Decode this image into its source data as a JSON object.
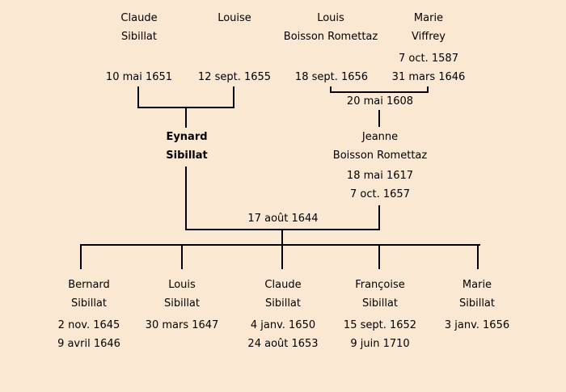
{
  "canvas": {
    "background_color": "#fae8d2",
    "line_color": "#000000",
    "text_color": "#000000"
  },
  "tree": {
    "grandparents": [
      {
        "name_lines": [
          "Claude",
          "Sibillat"
        ],
        "dates": [
          "10 mai 1651"
        ]
      },
      {
        "name_lines": [
          "Louise"
        ],
        "dates": [
          "12 sept. 1655"
        ]
      },
      {
        "name_lines": [
          "Louis",
          "Boisson Romettaz"
        ],
        "dates": [
          "18 sept. 1656"
        ]
      },
      {
        "name_lines": [
          "Marie",
          "Viffrey"
        ],
        "dates": [
          "7 oct. 1587",
          "31 mars 1646"
        ]
      }
    ],
    "marriages": [
      {
        "date": "20 mai 1608"
      },
      {
        "date": "17 août 1644"
      }
    ],
    "parents": [
      {
        "name_lines": [
          "Eynard",
          "Sibillat"
        ],
        "dates": []
      },
      {
        "name_lines": [
          "Jeanne",
          "Boisson Romettaz"
        ],
        "dates": [
          "18 mai 1617",
          "7 oct. 1657"
        ]
      }
    ],
    "children": [
      {
        "name_lines": [
          "Bernard",
          "Sibillat"
        ],
        "dates": [
          "2 nov. 1645",
          "9 avril 1646"
        ]
      },
      {
        "name_lines": [
          "Louis",
          "Sibillat"
        ],
        "dates": [
          "30 mars 1647"
        ]
      },
      {
        "name_lines": [
          "Claude",
          "Sibillat"
        ],
        "dates": [
          "4 janv. 1650",
          "24 août 1653"
        ]
      },
      {
        "name_lines": [
          "Françoise",
          "Sibillat"
        ],
        "dates": [
          "15 sept. 1652",
          "9 juin 1710"
        ]
      },
      {
        "name_lines": [
          "Marie",
          "Sibillat"
        ],
        "dates": [
          "3 janv. 1656"
        ]
      }
    ]
  }
}
